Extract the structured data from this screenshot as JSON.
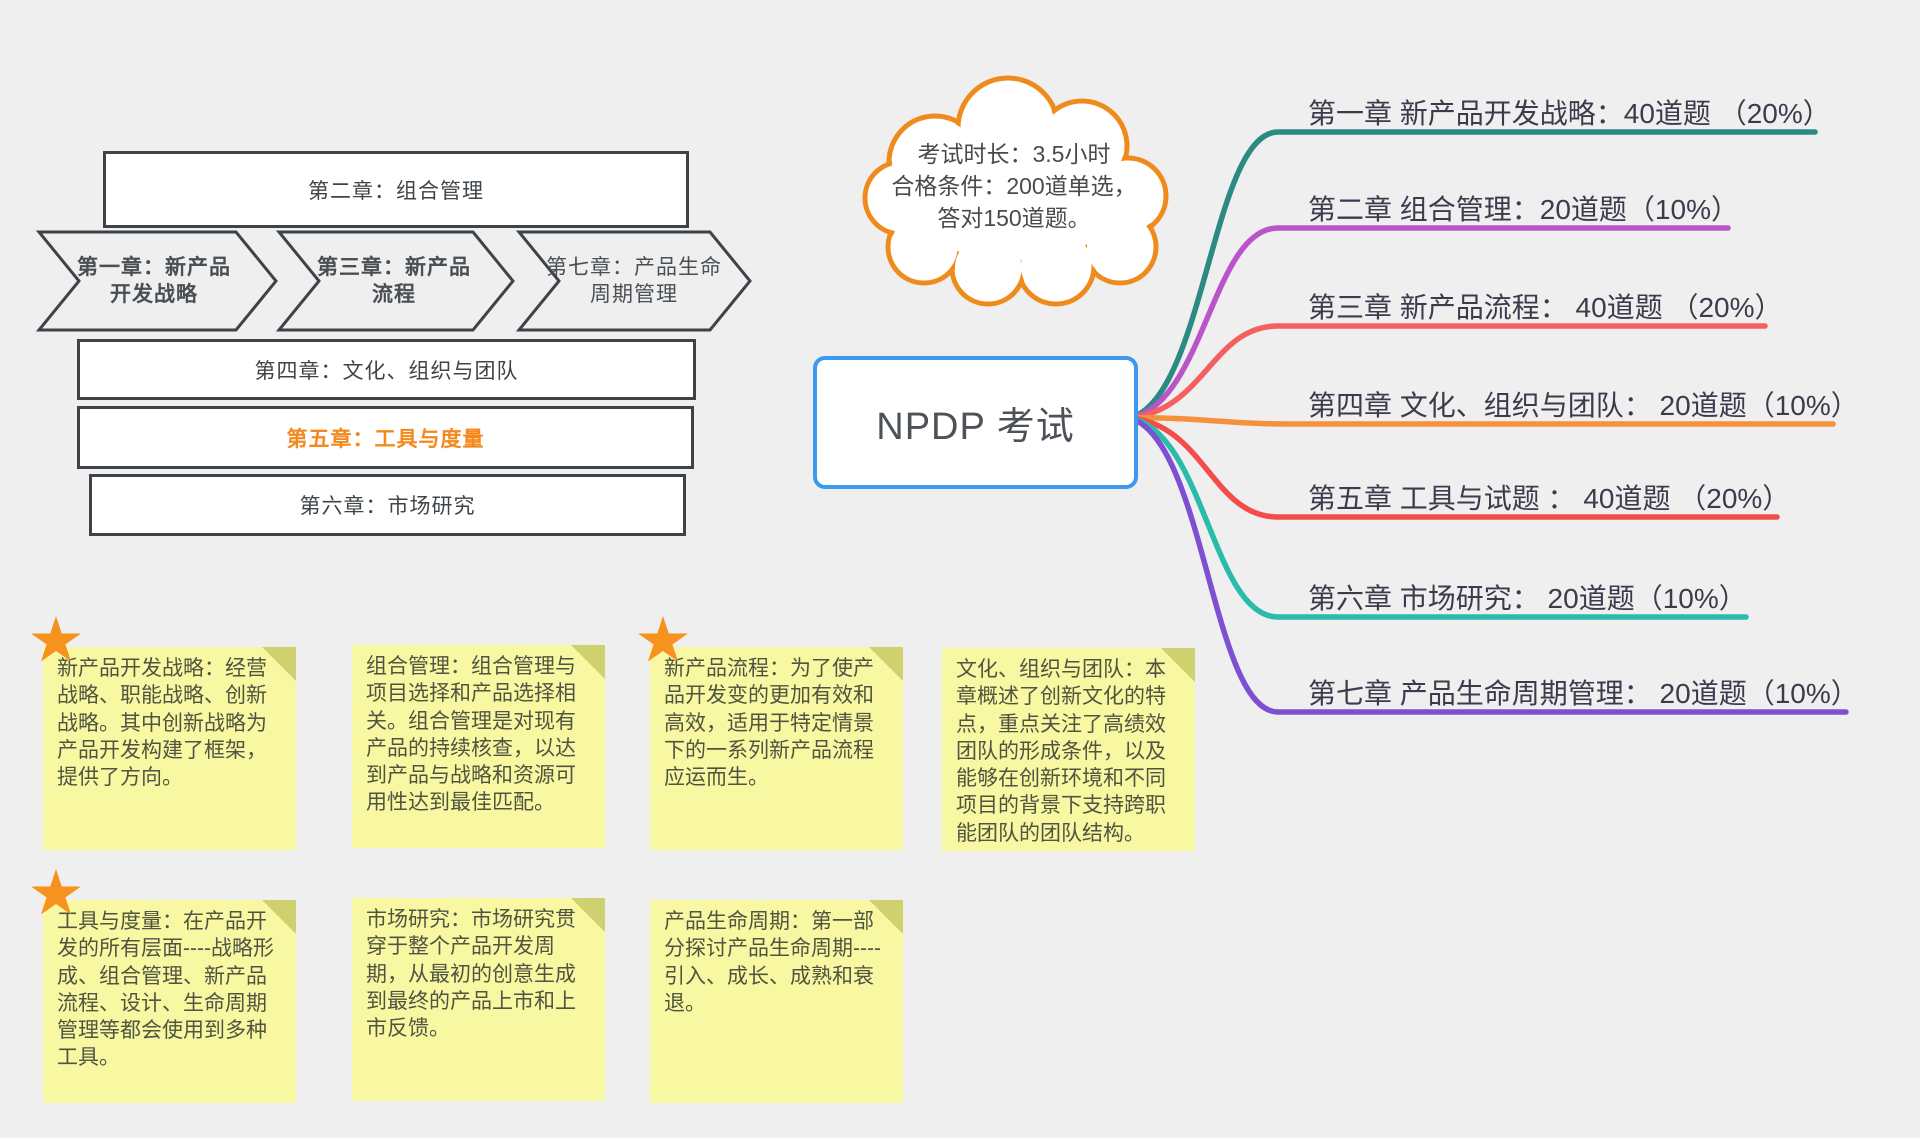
{
  "background_color": "#efefef",
  "flowchart": {
    "border_color": "#3e434a",
    "accent_text_color": "#f5881c",
    "boxes": [
      {
        "label": "第二章：组合管理"
      },
      {
        "label": "第四章：文化、组织与团队"
      },
      {
        "label": "第五章：工具与度量"
      },
      {
        "label": "第六章：市场研究"
      }
    ],
    "chevrons": [
      {
        "line1": "第一章：新产品",
        "line2": "开发战略"
      },
      {
        "line1": "第三章：新产品",
        "line2": "流程"
      },
      {
        "line1": "第七章：产品生命",
        "line2": "周期管理"
      }
    ]
  },
  "cloud": {
    "border_color": "#ef8b1c",
    "lines": [
      "考试时长：3.5小时",
      "合格条件：200道单选，",
      "答对150道题。"
    ]
  },
  "root": {
    "label": "NPDP 考试",
    "border_color": "#3b9af0"
  },
  "branches": [
    {
      "label": "第一章 新产品开发战略：40道题 （20%）",
      "color": "#2b8a82"
    },
    {
      "label": "第二章 组合管理：20道题（10%）",
      "color": "#bb54cb"
    },
    {
      "label": "第三章 新产品流程： 40道题 （20%）",
      "color": "#f4605f"
    },
    {
      "label": "第四章 文化、组织与团队： 20道题（10%）",
      "color": "#f5913c"
    },
    {
      "label": "第五章 工具与试题 ： 40道题 （20%）",
      "color": "#f44c4a"
    },
    {
      "label": "第六章  市场研究： 20道题（10%）",
      "color": "#2abcab"
    },
    {
      "label": "第七章  产品生命周期管理： 20道题（10%）",
      "color": "#7e4fd1"
    }
  ],
  "notes": [
    {
      "starred": true,
      "text": "新产品开发战略：经营战略、职能战略、创新战略。其中创新战略为产品开发构建了框架，提供了方向。"
    },
    {
      "starred": false,
      "text": "组合管理：组合管理与项目选择和产品选择相关。组合管理是对现有产品的持续核查，以达到产品与战略和资源可用性达到最佳匹配。"
    },
    {
      "starred": true,
      "text": "新产品流程：为了使产品开发变的更加有效和高效，适用于特定情景下的一系列新产品流程应运而生。"
    },
    {
      "starred": false,
      "text": "文化、组织与团队：本章概述了创新文化的特点，重点关注了高绩效团队的形成条件，以及能够在创新环境和不同项目的背景下支持跨职能团队的团队结构。"
    },
    {
      "starred": true,
      "text": "工具与度量：在产品开发的所有层面----战略形成、组合管理、新产品流程、设计、生命周期管理等都会使用到多种工具。"
    },
    {
      "starred": false,
      "text": "市场研究：市场研究贯穿于整个产品开发周期，从最初的创意生成到最终的产品上市和上市反馈。"
    },
    {
      "starred": false,
      "text": "产品生命周期：第一部分探讨产品生命周期----引入、成长、成熟和衰退。"
    }
  ],
  "icons": {
    "star_color": "#f6921e"
  },
  "note_colors": {
    "bg": "#f8f8a3",
    "fold": "#ced16e",
    "text": "#515440"
  }
}
